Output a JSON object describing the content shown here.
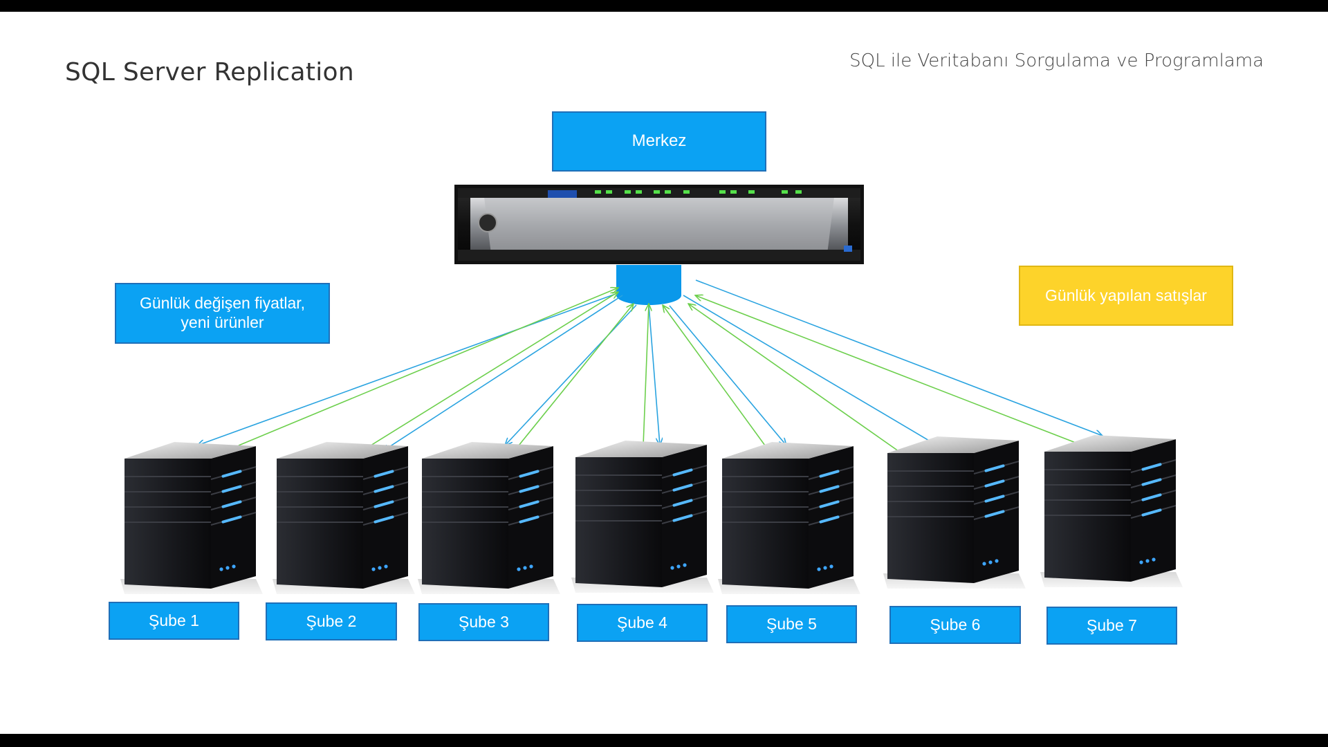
{
  "header": {
    "title": "SQL Server Replication",
    "subtitle": "SQL ile Veritabanı Sorgulama ve Programlama"
  },
  "center": {
    "label": "Merkez"
  },
  "notes": {
    "left": "Günlük değişen fiyatlar, yeni ürünler",
    "right": "Günlük yapılan satışlar"
  },
  "branches": [
    {
      "label": "Şube 1"
    },
    {
      "label": "Şube 2"
    },
    {
      "label": "Şube 3"
    },
    {
      "label": "Şube 4"
    },
    {
      "label": "Şube 5"
    },
    {
      "label": "Şube 6"
    },
    {
      "label": "Şube 7"
    }
  ],
  "colors": {
    "box_blue": "#0ba2f3",
    "box_yellow": "#fdd32a",
    "arrow_to_branch": "#29a3e0",
    "arrow_to_center": "#6ccf4c",
    "database": "#0a98ea"
  }
}
